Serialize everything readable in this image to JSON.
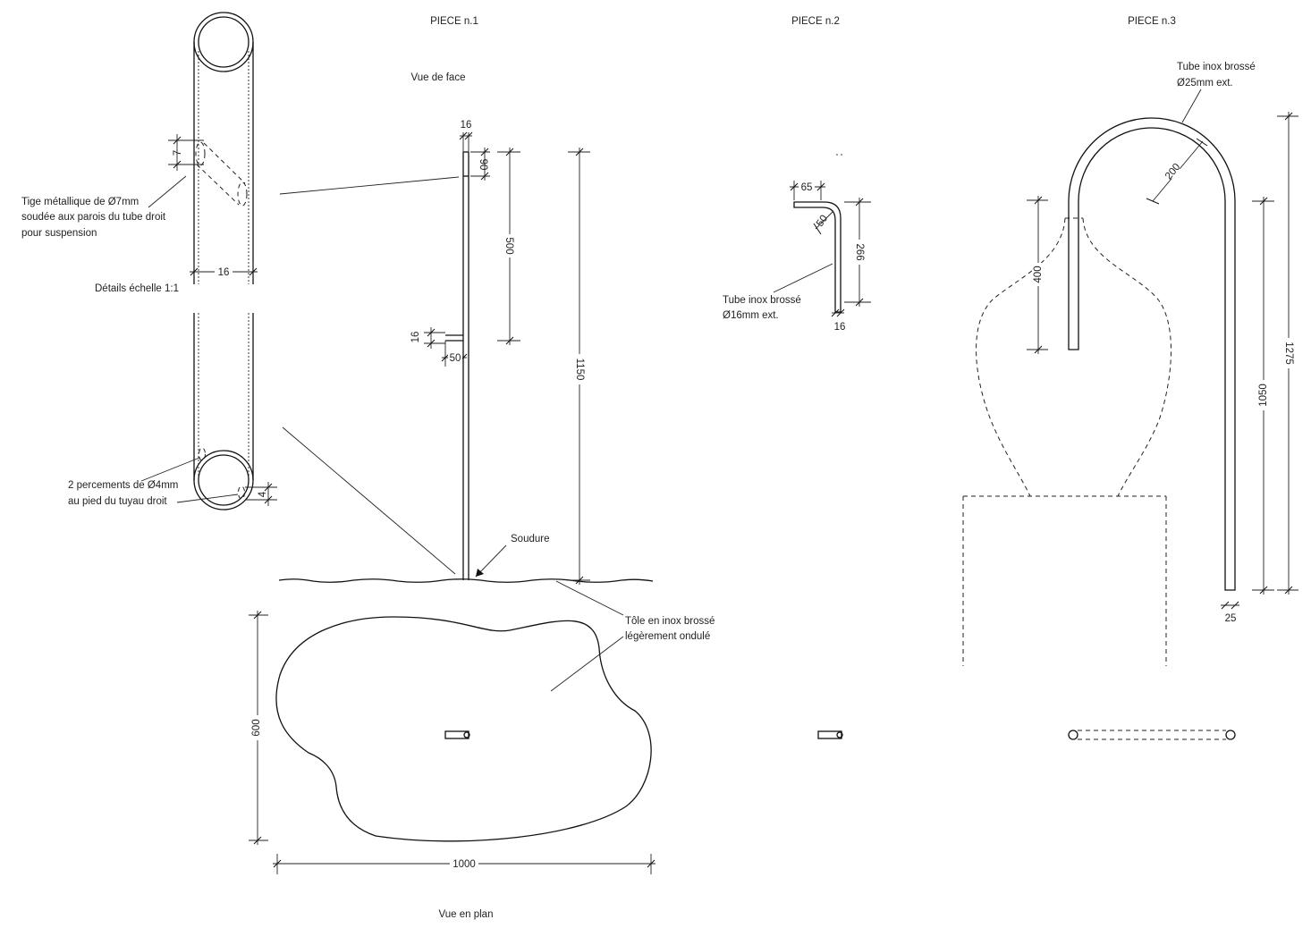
{
  "piece_titles": {
    "p1": "PIECE n.1",
    "p2": "PIECE n.2",
    "p3": "PIECE n.3"
  },
  "views": {
    "front": "Vue de face",
    "plan": "Vue en plan",
    "detail_scale": "Détails échelle 1:1"
  },
  "notes": {
    "rod_line1": "Tige métallique de Ø7mm",
    "rod_line2": "soudée aux parois du tube droit",
    "rod_line3": "pour suspension",
    "holes_line1": "2 percements de Ø4mm",
    "holes_line2": "au pied du tuyau droit",
    "weld": "Soudure",
    "sheet_line1": "Tôle en inox brossé",
    "sheet_line2": "légèrement ondulé",
    "tube16_line1": "Tube inox brossé",
    "tube16_line2": "Ø16mm ext.",
    "tube25_line1": "Tube inox brossé",
    "tube25_line2": "Ø25mm ext."
  },
  "dims": {
    "detail_7": "7",
    "detail_16": "16",
    "detail_4": "4",
    "p1_16_top": "16",
    "p1_90": "90",
    "p1_500": "500",
    "p1_16_side": "16",
    "p1_50": "50",
    "p1_1150": "1150",
    "p1_600": "600",
    "p1_1000": "1000",
    "p2_65": "65",
    "p2_50": "50",
    "p2_266": "266",
    "p2_16": "16",
    "p3_200": "200",
    "p3_400": "400",
    "p3_1275": "1275",
    "p3_1050": "1050",
    "p3_25": "25"
  }
}
